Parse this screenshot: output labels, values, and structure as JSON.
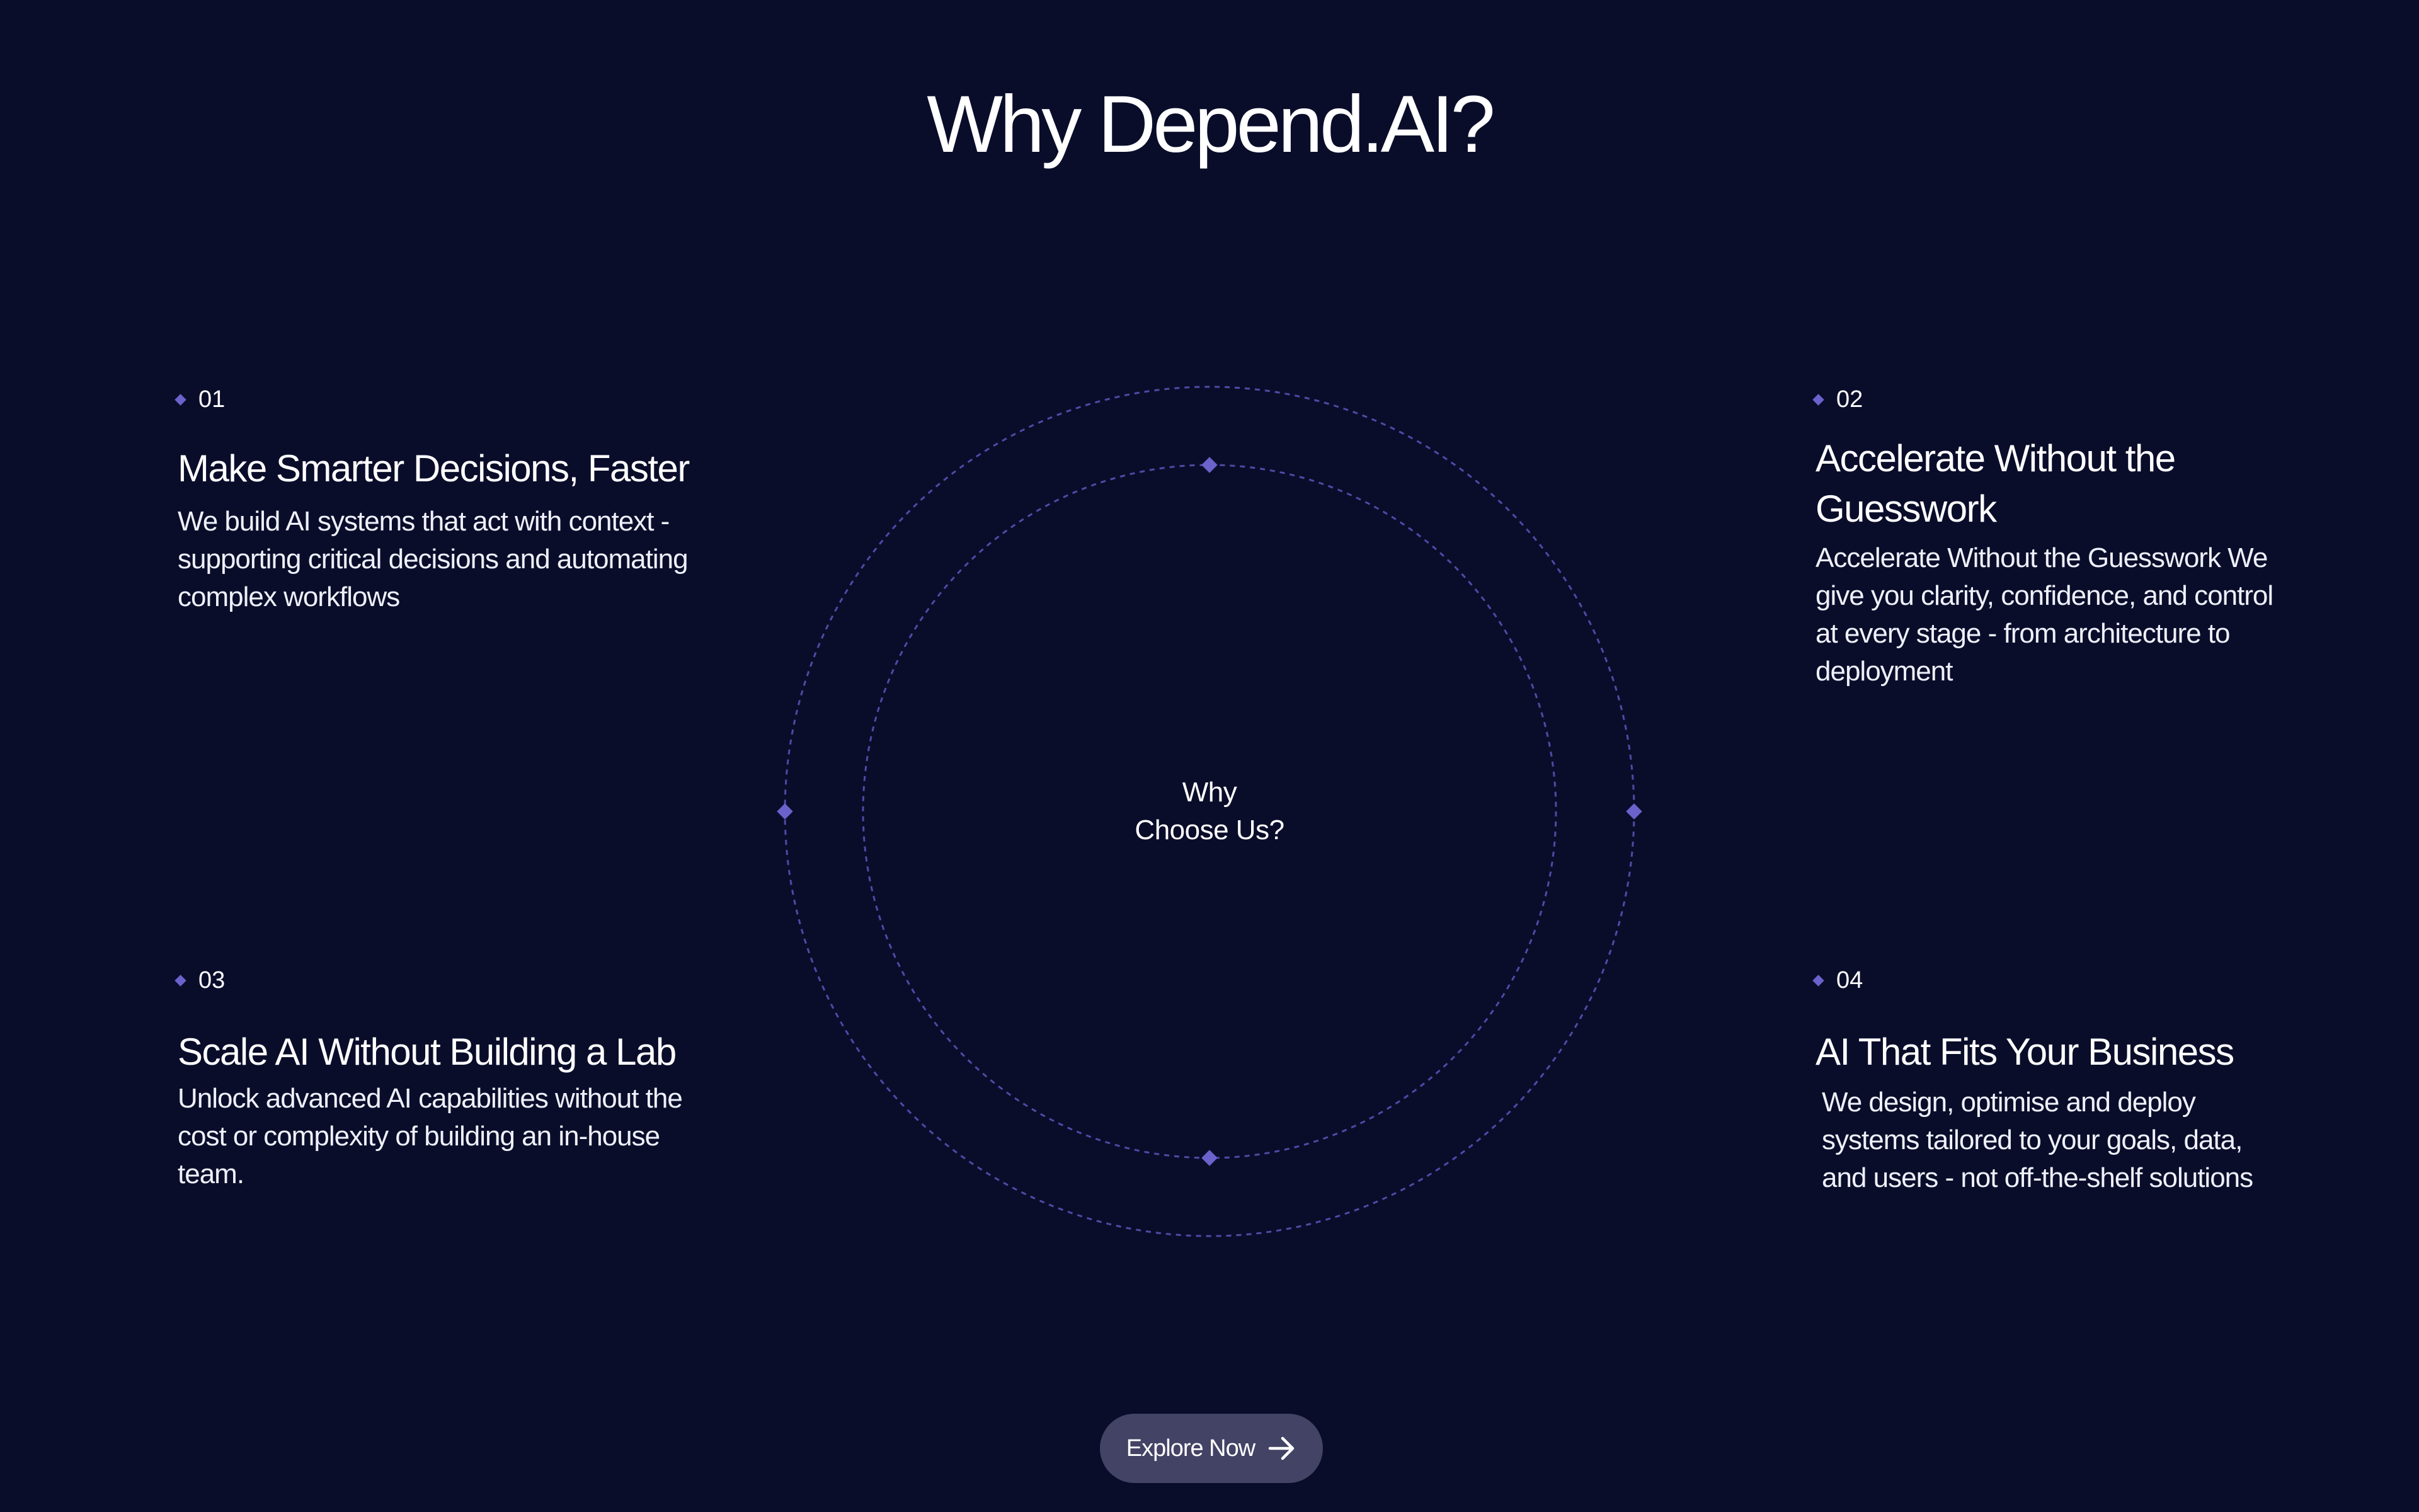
{
  "page_title": "Why Depend.AI?",
  "features": [
    {
      "number": "01",
      "title": "Make Smarter Decisions, Faster",
      "description": "We build AI systems that act with context - supporting critical decisions and automating complex workflows"
    },
    {
      "number": "02",
      "title": "Accelerate Without the Guesswork",
      "description": "Accelerate Without the Guesswork We give you clarity, confidence, and control at every stage - from architecture to deployment"
    },
    {
      "number": "03",
      "title": "Scale AI Without Building a Lab",
      "description": "Unlock advanced AI capabilities without the cost or complexity of building an in-house team."
    },
    {
      "number": "04",
      "title": "AI That Fits Your Business",
      "description": "We design, optimise and deploy systems tailored to your goals, data, and users - not off-the-shelf solutions"
    }
  ],
  "center": {
    "line1": "Why",
    "line2": "Choose Us?"
  },
  "cta": {
    "label": "Explore Now",
    "icon": "arrow-right-icon"
  },
  "colors": {
    "background": "#0a0d2a",
    "accent": "#6b62cc",
    "button": "#424365",
    "text": "#ffffff"
  }
}
